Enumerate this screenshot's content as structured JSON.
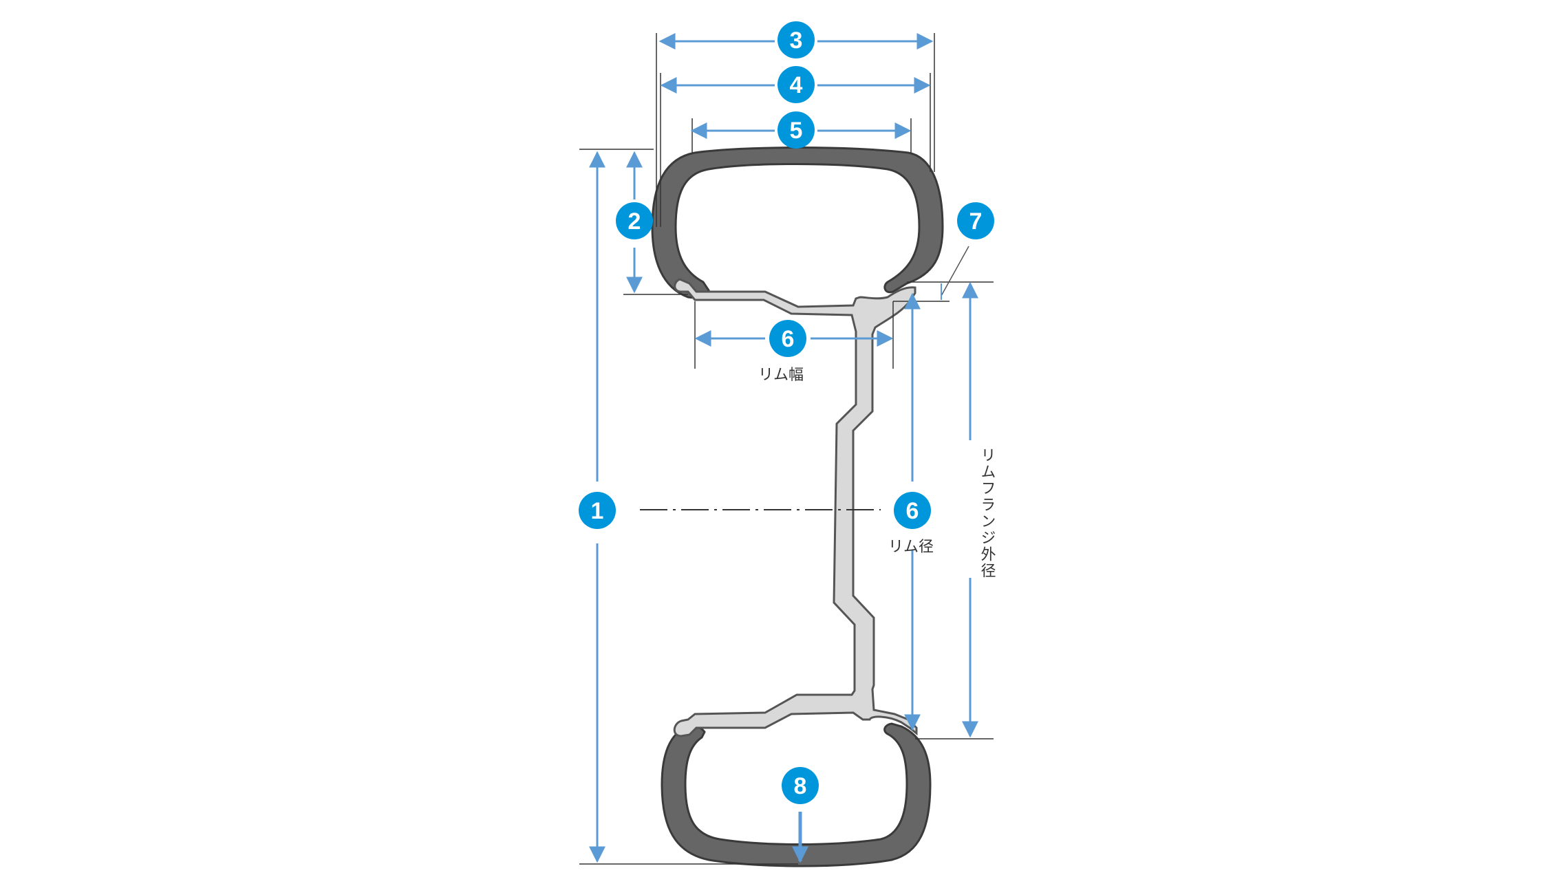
{
  "colors": {
    "dimension_line": "#5b9bd5",
    "badge_fill": "#0096dc",
    "tire_fill": "#666666",
    "tire_stroke": "#3a3a3a",
    "rim_fill": "#d9d9d9",
    "rim_stroke": "#555555",
    "leader_line": "#555555"
  },
  "badges": {
    "b1": "1",
    "b2": "2",
    "b3": "3",
    "b4": "4",
    "b5": "5",
    "b6_width": "6",
    "b6_diameter": "6",
    "b7": "7",
    "b8": "8"
  },
  "labels": {
    "rim_width": "リム幅",
    "rim_diameter": "リム径",
    "rim_flange_outer_diameter": "リムフランジ外径"
  }
}
